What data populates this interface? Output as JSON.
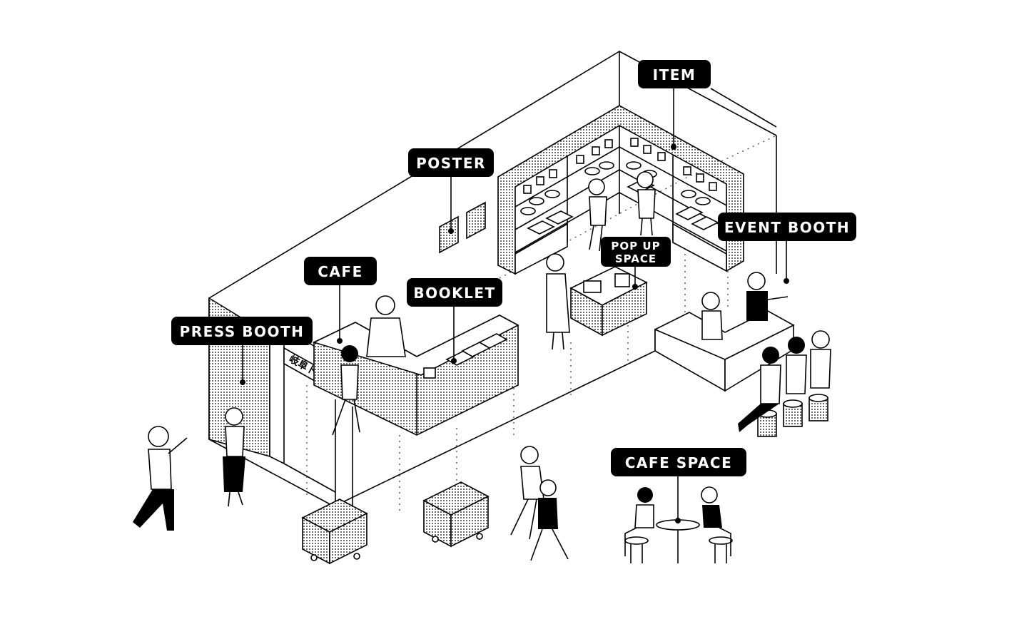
{
  "labels": {
    "item": "ITEM",
    "poster": "POSTER",
    "event_booth": "EVENT BOOTH",
    "pop_up_line1": "POP UP",
    "pop_up_line2": "SPACE",
    "cafe": "CAFE",
    "booklet": "BOOKLET",
    "press_booth": "PRESS BOOTH",
    "cafe_space": "CAFE SPACE"
  },
  "sign": {
    "text": "岐阜トーキョー"
  },
  "colors": {
    "ink": "#000000",
    "paper": "#ffffff",
    "label_bg": "#000000",
    "label_text": "#ffffff"
  }
}
